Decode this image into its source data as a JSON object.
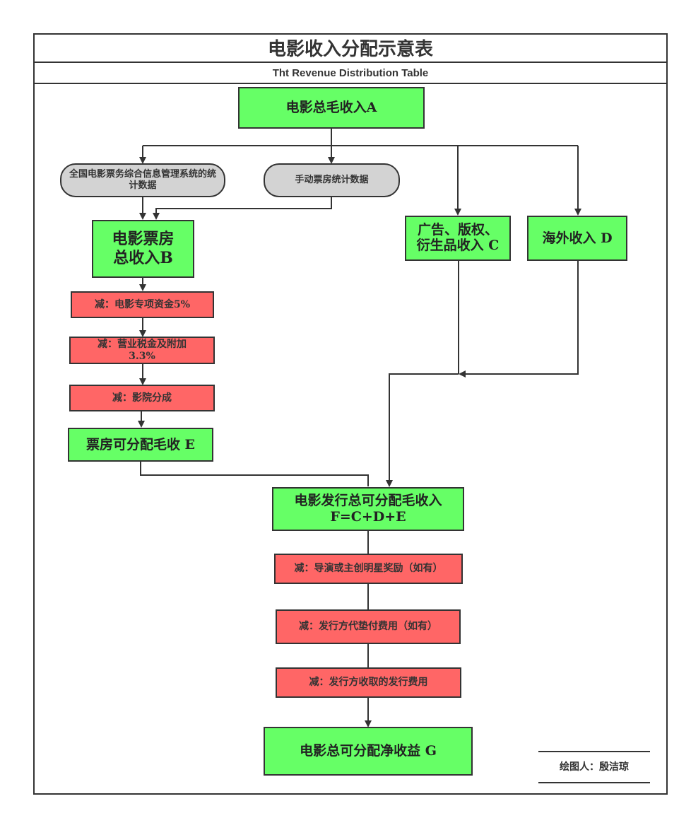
{
  "header": {
    "title": "电影收入分配示意表",
    "subtitle": "Tht  Revenue Distribution Table"
  },
  "nodes": {
    "gross_a": "电影总毛收入A",
    "national_stats": "全国电影票务综合信息管理系统的统计数据",
    "manual_stats": "手动票房统计数据",
    "box_office_b": "电影票房总收入B",
    "deduct_fund": "减：电影专项资金5%",
    "deduct_tax": "减：营业税金及附加3.3%",
    "deduct_cinema": "减：影院分成",
    "box_office_e": "票房可分配毛收 E",
    "ads_c": "广告、版权、衍生品收入 C",
    "overseas_d": "海外收入 D",
    "distribution_f": "电影发行总可分配毛收入F=C+D+E",
    "deduct_bonus": "减：导演或主创明星奖励（如有）",
    "deduct_advance": "减：发行方代垫付费用（如有）",
    "deduct_fee": "减：发行方收取的发行费用",
    "net_g": "电影总可分配净收益 G"
  },
  "author": {
    "label": "绘图人：殷洁琼"
  },
  "colors": {
    "income": "#66ff66",
    "deduction": "#ff6666",
    "data_source": "#d3d3d3",
    "line": "#333333"
  }
}
